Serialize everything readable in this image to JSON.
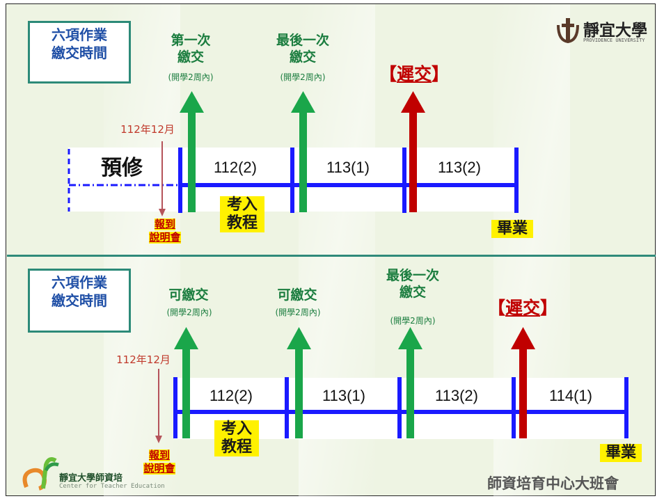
{
  "logo": {
    "name": "靜宜大學",
    "sub": "PROVIDENCE UNIVERSITY"
  },
  "top": {
    "title": [
      "六項作業",
      "繳交時間"
    ],
    "first_submit": [
      "第一次",
      "繳交"
    ],
    "first_note": "(開學2周內)",
    "last_submit": [
      "最後一次",
      "繳交"
    ],
    "last_note": "(開學2周內)",
    "late_open": "【",
    "late_word": "遲交",
    "late_close": "】",
    "date": "112年12月",
    "prep": "預修",
    "terms": [
      "112(2)",
      "113(1)",
      "113(2)"
    ],
    "exam": [
      "考入",
      "教程"
    ],
    "orientation": [
      "報到",
      "說明會"
    ],
    "graduate": "畢業"
  },
  "bottom": {
    "title": [
      "六項作業",
      "繳交時間"
    ],
    "submit1": "可繳交",
    "note1": "(開學2周內)",
    "submit2": "可繳交",
    "note2": "(開學2周內)",
    "last_submit": [
      "最後一次",
      "繳交"
    ],
    "last_note": "(開學2周內)",
    "late_open": "【",
    "late_word": "遲交",
    "late_close": "】",
    "date": "112年12月",
    "terms": [
      "112(2)",
      "113(1)",
      "113(2)",
      "114(1)"
    ],
    "exam": [
      "考入",
      "教程"
    ],
    "orientation": [
      "報到",
      "說明會"
    ],
    "graduate": "畢業"
  },
  "footer": {
    "logo_text": "靜宜大學師資培",
    "logo_sub": "Center for Teacher Education",
    "right": "師資培育中心大班會"
  },
  "colors": {
    "blue": "#1a1aff",
    "green": "#1aa64a",
    "red": "#c00000",
    "highlight": "#fff100"
  }
}
